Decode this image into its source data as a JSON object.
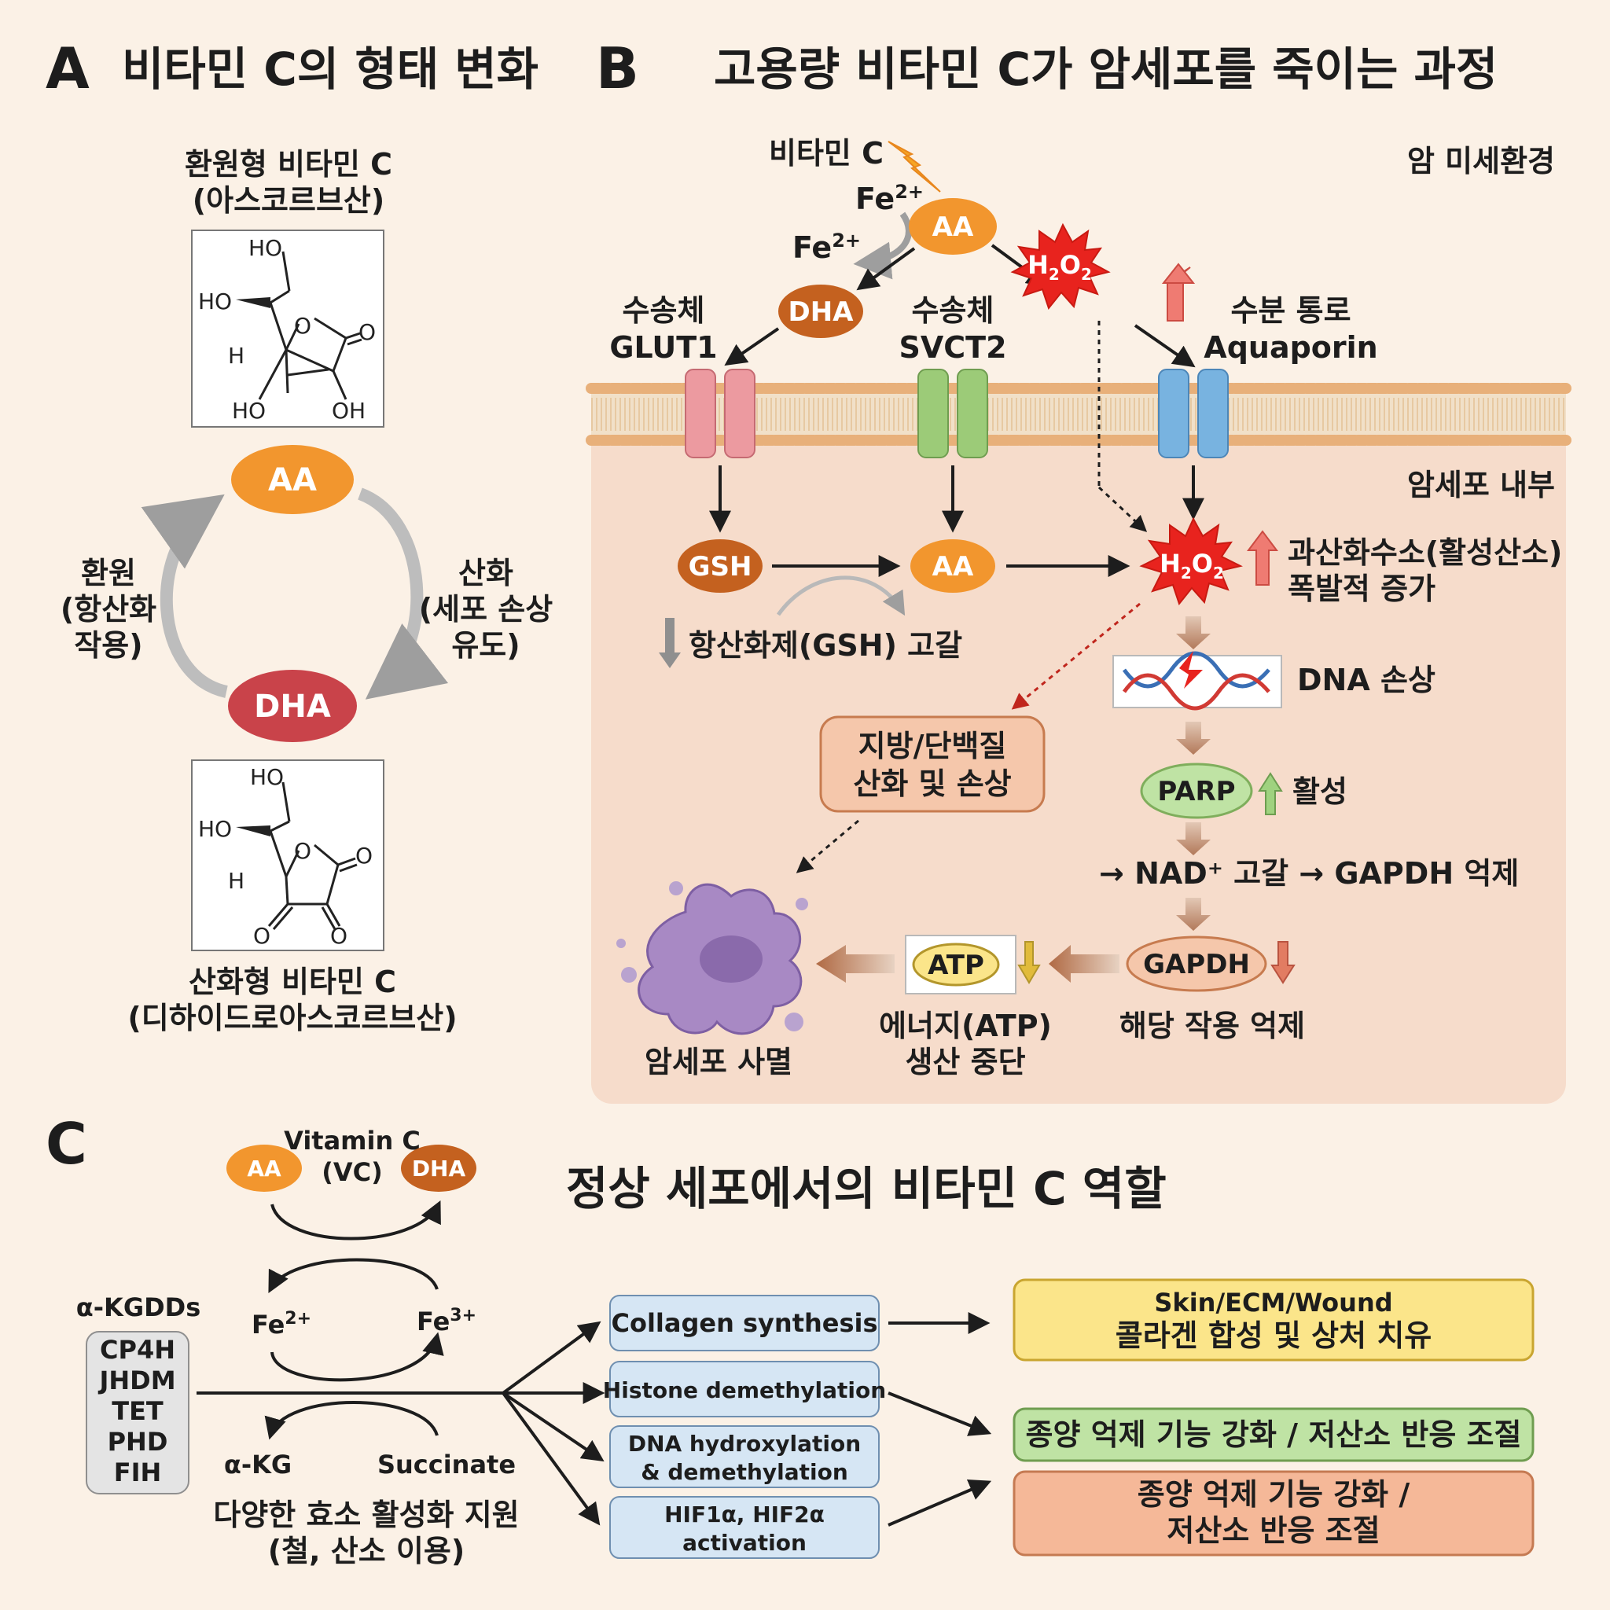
{
  "panel_a": {
    "letter": "A",
    "title": "비타민 C의 형태 변화",
    "reduced_name": "환원형 비타민 C",
    "reduced_sub": "(아스코르브산)",
    "aa": "AA",
    "dha": "DHA",
    "reduction_label": [
      "환원",
      "(항산화",
      "작용)"
    ],
    "oxidation_label": [
      "산화",
      "(세포 손상",
      "유도)"
    ],
    "oxidized_name": "산화형 비타민 C",
    "oxidized_sub": "(디하이드로아스코르브산)",
    "chem_labels": [
      "HO",
      "HO",
      "H",
      "O",
      "O",
      "HO",
      "OH"
    ],
    "chem_labels_dha": [
      "HO",
      "HO",
      "H",
      "O",
      "O",
      "O",
      "O"
    ]
  },
  "panel_b": {
    "letter": "B",
    "title": "고용량 비타민 C가 암세포를 죽이는 과정",
    "vitamin_c": "비타민 C",
    "fe1": "Fe",
    "fe2": "Fe",
    "fe_sup": "2+",
    "aa": "AA",
    "dha": "DHA",
    "h2o2": "H2O2",
    "microenv": "암 미세환경",
    "inside": "암세포 내부",
    "glut1": [
      "수송체",
      "GLUT1"
    ],
    "svct2": [
      "수송체",
      "SVCT2"
    ],
    "aquaporin": [
      "수분 통로",
      "Aquaporin"
    ],
    "gsh": "GSH",
    "gsh_depletion": "항산화제(GSH) 고갈",
    "ros_burst": [
      "과산화수소(활성산소)",
      "폭발적 증가"
    ],
    "dna_damage": "DNA 손상",
    "lipid_damage": [
      "지방/단백질",
      "산화 및 손상"
    ],
    "parp": "PARP",
    "parp_activity": "활성",
    "nad_chain": "→ NAD⁺ 고갈 → GAPDH 억제",
    "gapdh": "GAPDH",
    "glycolysis": "해당 작용 억제",
    "atp": "ATP",
    "energy": [
      "에너지(ATP)",
      "생산 중단"
    ],
    "death": "암세포 사멸"
  },
  "panel_c": {
    "letter": "C",
    "title": "정상 세포에서의 비타민 C 역할",
    "vitamin_c": [
      "Vitamin C",
      "(VC)"
    ],
    "aa": "AA",
    "dha": "DHA",
    "fe2": "Fe",
    "fe3": "Fe",
    "fe2_sup": "2+",
    "fe3_sup": "3+",
    "kgdds": "α-KGDDs",
    "enzymes": [
      "CP4H",
      "JHDM",
      "TET",
      "PHD",
      "FIH"
    ],
    "akg": "α-KG",
    "succinate": "Succinate",
    "support": [
      "다양한 효소 활성화 지원",
      "(철, 산소 이용)"
    ],
    "processes": [
      [
        "Collagen synthesis"
      ],
      [
        "Histone demethylation"
      ],
      [
        "DNA hydroxylation",
        "& demethylation"
      ],
      [
        "HIF1α, HIF2α",
        "activation"
      ]
    ],
    "outcomes": [
      [
        "Skin/ECM/Wound",
        "콜라겐 합성 및 상처 치유"
      ],
      [
        "종양 억제 기능 강화 / 저산소 반응 조절"
      ],
      [
        "종양 억제 기능 강화 /",
        "저산소 반응 조절"
      ]
    ]
  },
  "colors": {
    "aa": "#f2962e",
    "dha_a": "#c9434a",
    "dha_b": "#c4611f",
    "h2o2": "#e8231e",
    "cell_bg": "#f6dccb",
    "glut1": "#ec9aa0",
    "svct2": "#9ccb78",
    "aquaporin": "#78b3e0",
    "process_box": "#d6e6f4",
    "outcome_yellow": "#fbe58a",
    "outcome_green": "#bfe3a4",
    "outcome_orange": "#f5b898",
    "death_cell": "#a889c4"
  }
}
